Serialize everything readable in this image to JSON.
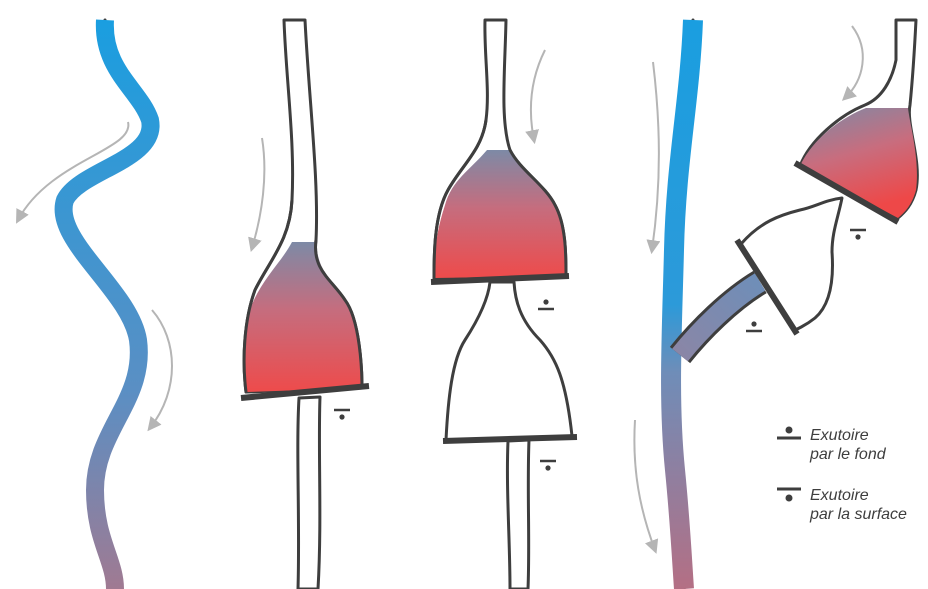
{
  "legend": {
    "bottom_outlet": {
      "line1": "Exutoire",
      "line2": "par le fond"
    },
    "surface_outlet": {
      "line1": "Exutoire",
      "line2": "par la surface"
    }
  },
  "colors": {
    "cold_water": "#1a9ee0",
    "mixed_water": "#7d8aa6",
    "warm_water": "#ee4b4b",
    "outline": "#3e3e3e",
    "flow_arrow": "#b5b5b5"
  }
}
